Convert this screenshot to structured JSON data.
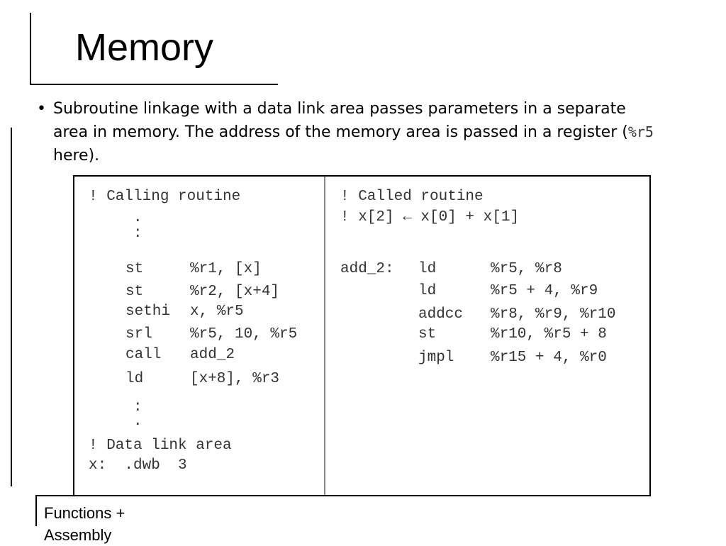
{
  "slide": {
    "title": "Memory",
    "bullet": {
      "text_before": "Subroutine linkage with a data link area passes parameters in a separate area in memory.  The address of the memory area is passed in a register (",
      "code": "%r5",
      "text_after": " here)."
    },
    "footer": {
      "line1": "Functions +",
      "line2": "Assembly"
    }
  },
  "code": {
    "left": {
      "comment1": "! Calling routine",
      "dot": ".",
      "colon": ":",
      "lines": [
        {
          "op": "st",
          "args": "%r1, [x]"
        },
        {
          "op": "st",
          "args": "%r2, [x+4]"
        },
        {
          "op": "sethi",
          "args": "x, %r5"
        },
        {
          "op": "srl",
          "args": "%r5, 10, %r5"
        },
        {
          "op": "call",
          "args": "add_2"
        },
        {
          "op": "ld",
          "args": "[x+8], %r3"
        }
      ],
      "comment2": "! Data link area",
      "data_line": "x:  .dwb  3"
    },
    "right": {
      "comment1": "! Called routine",
      "comment2": "! x[2] ← x[0] + x[1]",
      "label": "add_2:",
      "lines": [
        {
          "op": "ld",
          "args": "%r5, %r8"
        },
        {
          "op": "ld",
          "args": "%r5 + 4, %r9"
        },
        {
          "op": "addcc",
          "args": "%r8, %r9, %r10"
        },
        {
          "op": "st",
          "args": "%r10, %r5 + 8"
        },
        {
          "op": "jmpl",
          "args": "%r15 + 4, %r0"
        }
      ]
    }
  }
}
